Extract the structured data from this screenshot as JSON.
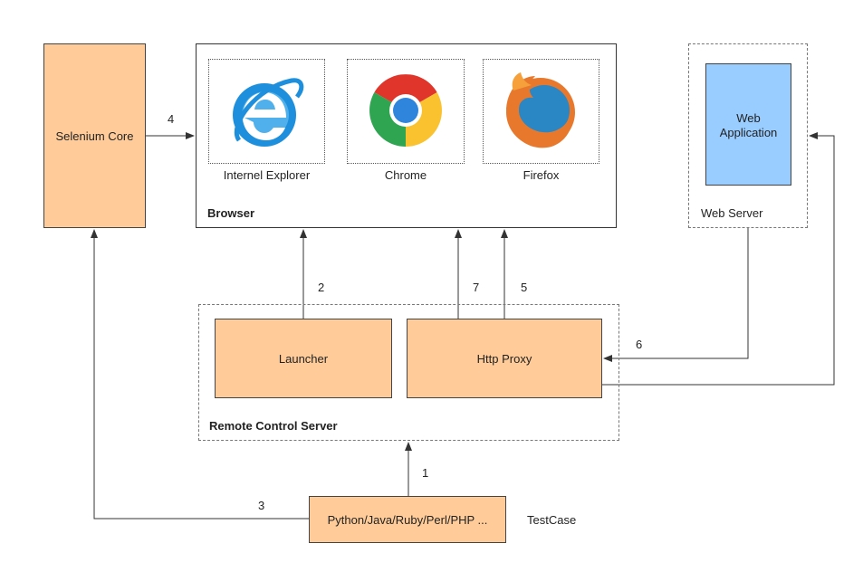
{
  "nodes": {
    "selenium_core": "Selenium Core",
    "browser": "Browser",
    "ie": "Internel Explorer",
    "chrome": "Chrome",
    "firefox": "Firefox",
    "web_application": "Web\nApplication",
    "web_server": "Web Server",
    "launcher": "Launcher",
    "http_proxy": "Http Proxy",
    "remote_control_server": "Remote Control Server",
    "test_code": "Python/Java/Ruby/Perl/PHP ...",
    "testcase": "TestCase"
  },
  "edges": {
    "e1": "1",
    "e2": "2",
    "e3": "3",
    "e4": "4",
    "e5": "5",
    "e6": "6",
    "e7": "7"
  },
  "icons": {
    "ie": "internet-explorer-icon",
    "chrome": "chrome-icon",
    "firefox": "firefox-icon"
  },
  "colors": {
    "component_fill": "#ffcc99",
    "webapp_fill": "#99ccff",
    "line": "#333333"
  }
}
